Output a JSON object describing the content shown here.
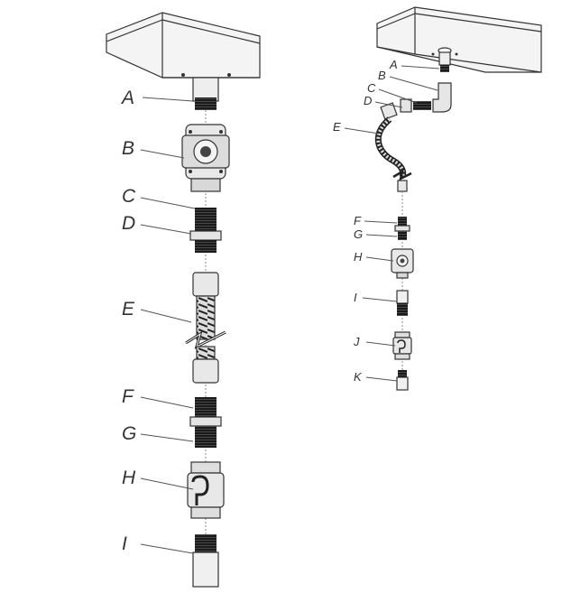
{
  "diagrams": [
    {
      "id": "left",
      "labels": [
        "A",
        "B",
        "C",
        "D",
        "E",
        "F",
        "G",
        "H",
        "I"
      ]
    },
    {
      "id": "right",
      "labels": [
        "A",
        "B",
        "C",
        "D",
        "E",
        "F",
        "G",
        "H",
        "I",
        "J",
        "K"
      ]
    }
  ],
  "colors": {
    "ink": "#333333",
    "thread": "#1a1a1a",
    "fitting": "#e6e6e6",
    "background": "#ffffff"
  }
}
